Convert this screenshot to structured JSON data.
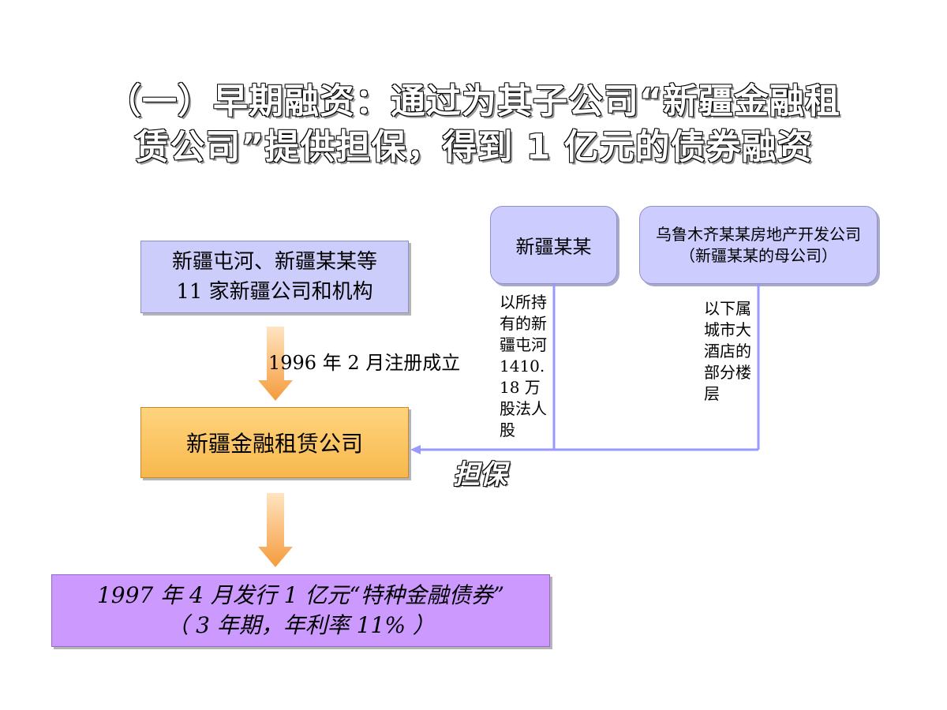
{
  "title": {
    "line1": "（一）早期融资：通过为其子公司“新疆金融租",
    "line2": "赁公司”提供担保，得到 1 亿元的债券融资"
  },
  "nodes": {
    "investors": {
      "line1": "新疆屯河、新疆某某等",
      "line2": "11 家新疆公司和机构"
    },
    "lease_company": "新疆金融租赁公司",
    "bond": {
      "line1": "1997 年 4 月发行 1 亿元“特种金融债券”",
      "line2": "（ 3 年期，年利率 11% ）"
    },
    "xinjiang_sub": "新疆某某",
    "parent_company": "乌鲁木齐某某房地产开发公司（新疆某某的母公司）"
  },
  "labels": {
    "established": "1996 年 2 月注册成立",
    "note_left": "以所持有的新疆屯河 1410.18 万股法人股",
    "note_right": "以下属城市大酒店的部分楼层",
    "guarantee": "担保"
  },
  "colors": {
    "investor_box": "#cccdfb",
    "lease_box": "#fcc560",
    "bond_box": "#cc99ff",
    "rounded_box": "#ccccff",
    "connector_line": "#9999ff",
    "down_arrow": "#f59b3c"
  }
}
